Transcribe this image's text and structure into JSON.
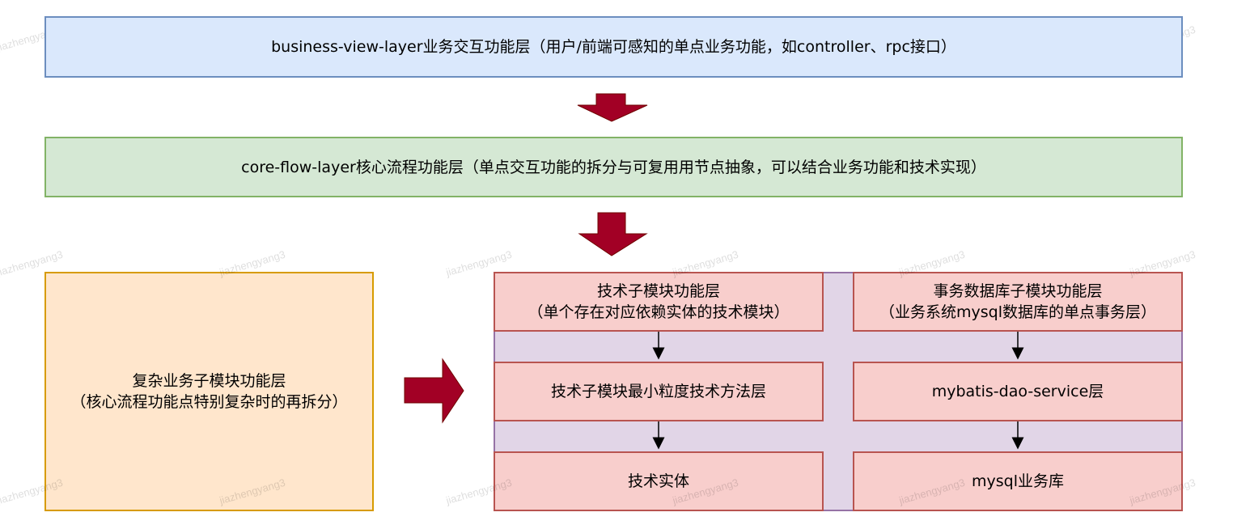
{
  "layers": {
    "business_view": "business-view-layer业务交互功能层（用户/前端可感知的单点业务功能，如controller、rpc接口）",
    "core_flow": "core-flow-layer核心流程功能层（单点交互功能的拆分与可复用用节点抽象，可以结合业务功能和技术实现）",
    "complex_submodule": {
      "line1": "复杂业务子模块功能层",
      "line2": "（核心流程功能点特别复杂时的再拆分）"
    },
    "tech_submodule": {
      "line1": "技术子模块功能层",
      "line2": "（单个存在对应依赖实体的技术模块）"
    },
    "tech_min_method": "技术子模块最小粒度技术方法层",
    "tech_entity": "技术实体",
    "tx_db_submodule": {
      "line1": "事务数据库子模块功能层",
      "line2": "（业务系统mysql数据库的单点事务层）"
    },
    "mybatis_dao": "mybatis-dao-service层",
    "mysql_db": "mysql业务库"
  },
  "watermark": "jiazhengyang3",
  "colors": {
    "blue_fill": "#dae8fc",
    "green_fill": "#d5e8d4",
    "orange_fill": "#ffe6cc",
    "pink_fill": "#f8cecc",
    "purple_fill": "#e1d5e7",
    "arrow_red": "#a20025"
  }
}
